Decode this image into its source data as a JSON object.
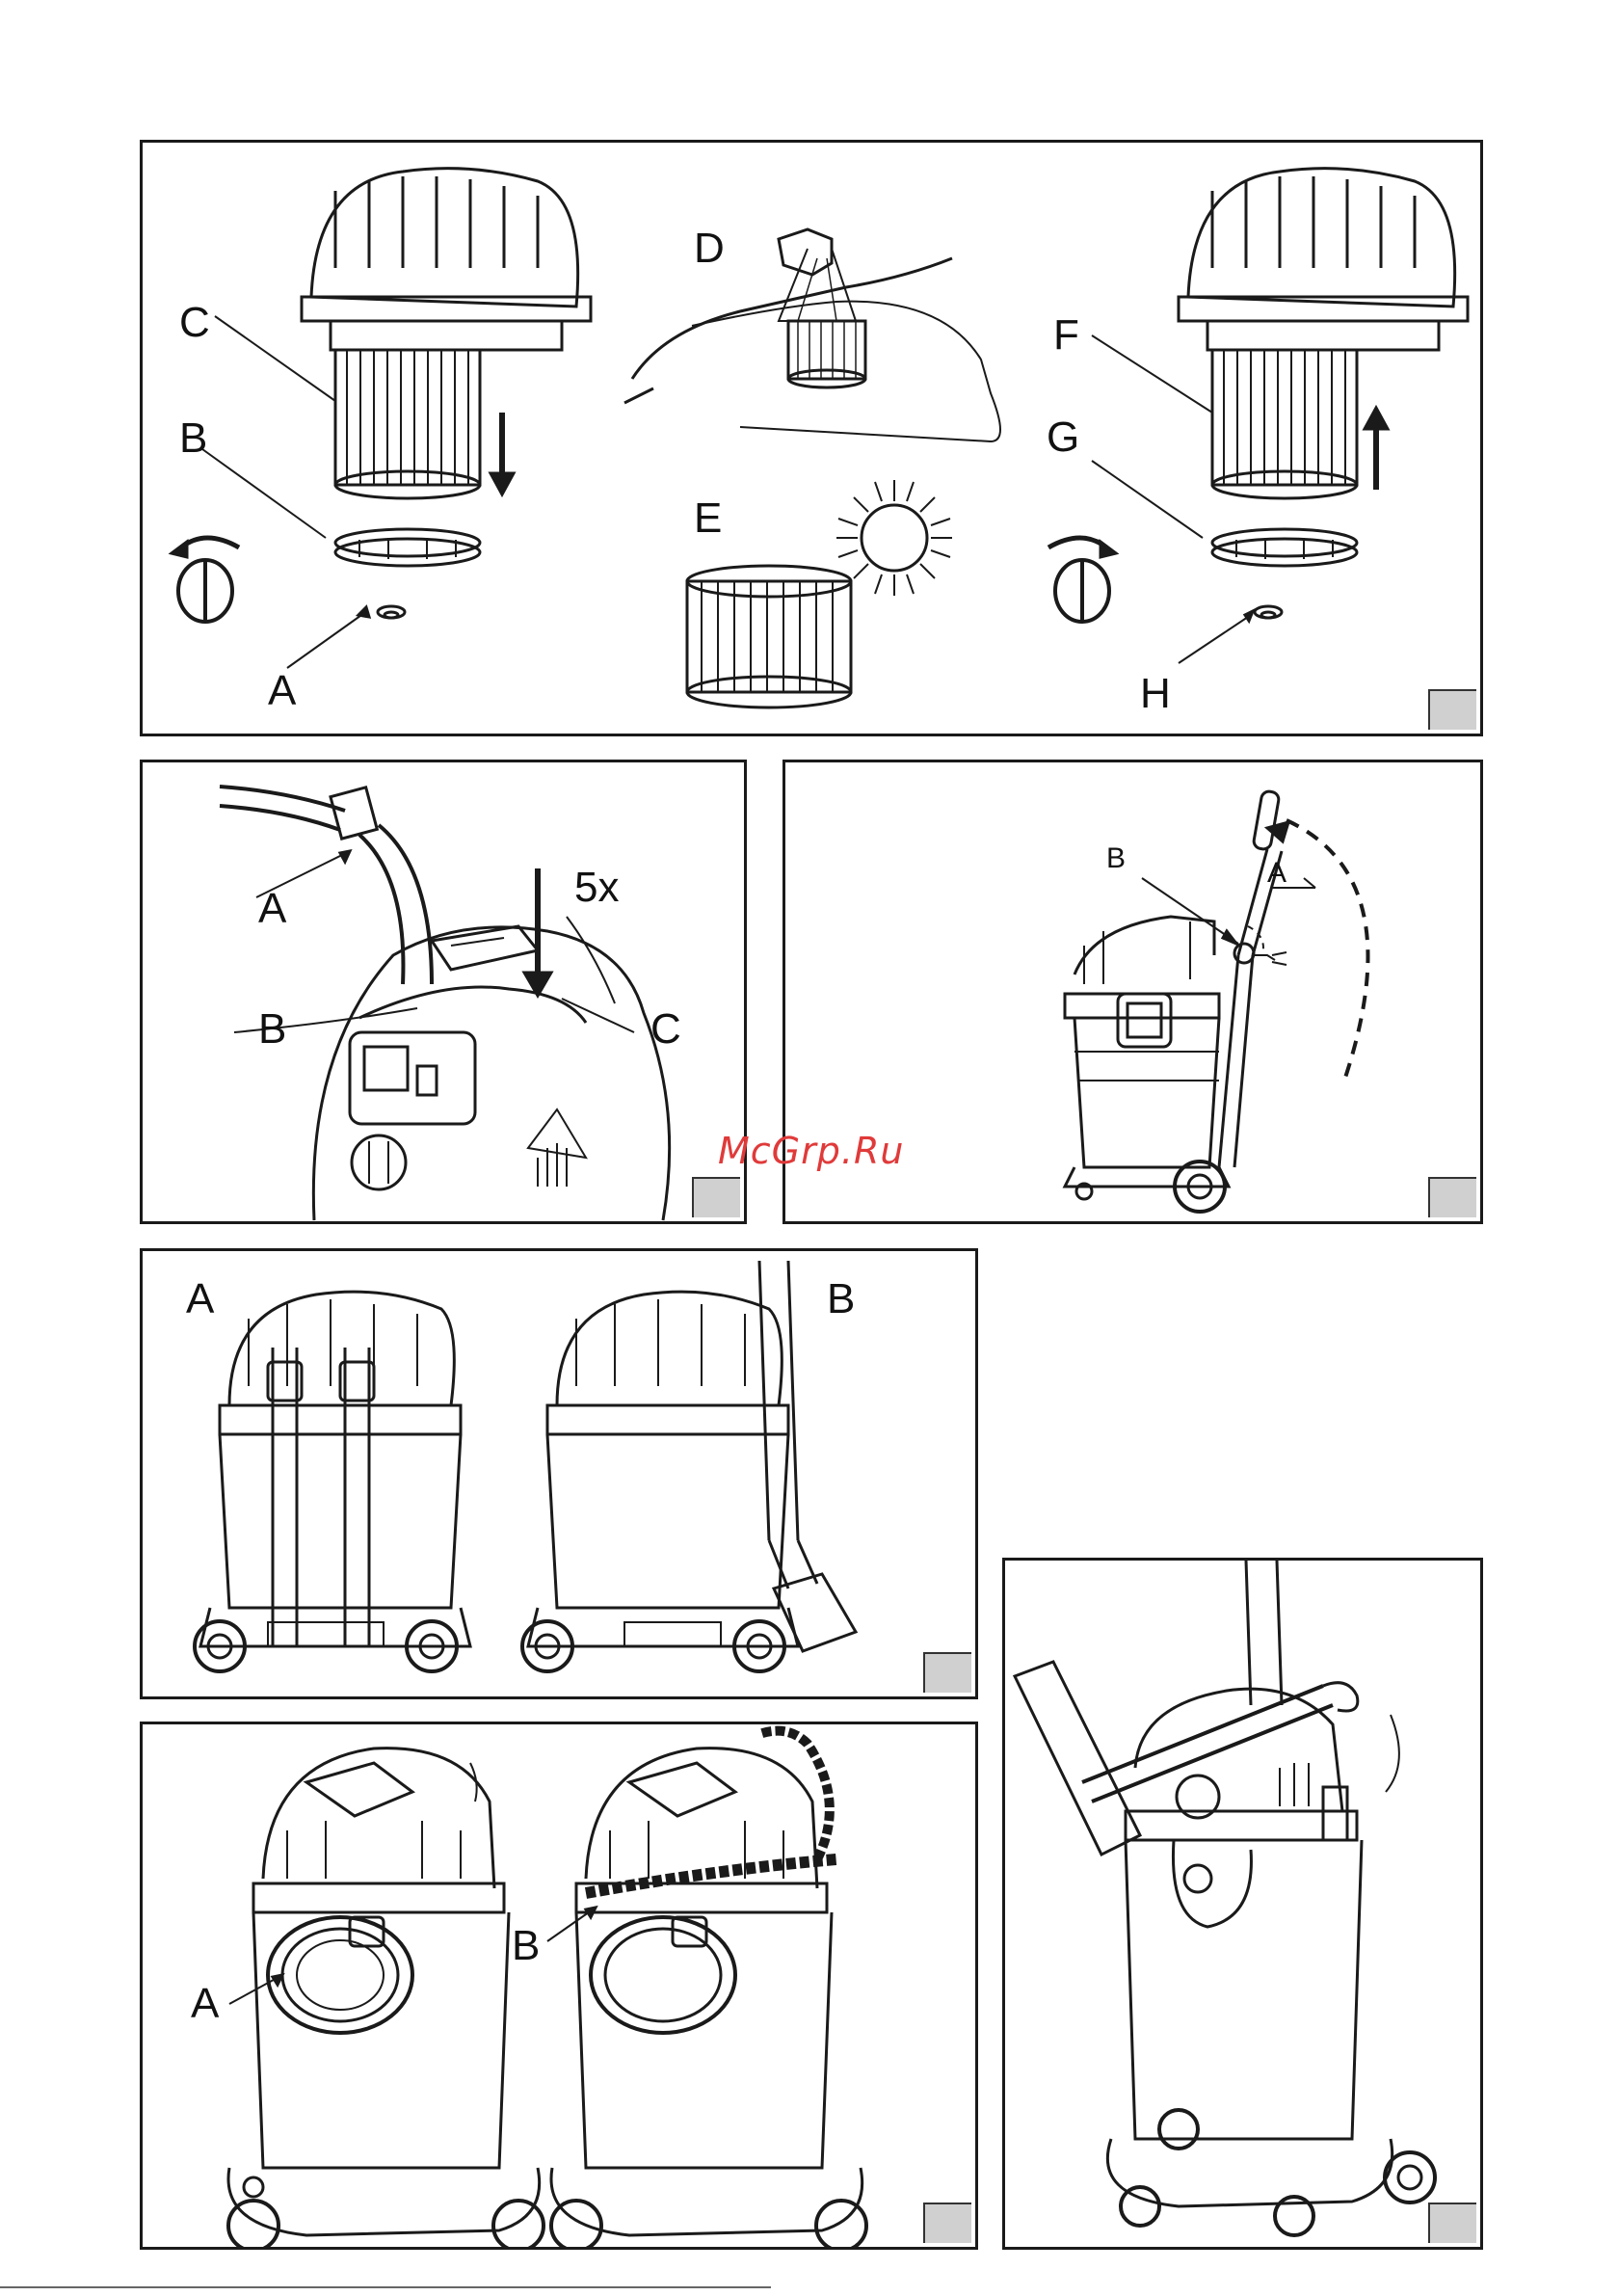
{
  "panels": {
    "p1": {
      "labels": {
        "a": "A",
        "b": "B",
        "c": "C",
        "d": "D",
        "e": "E",
        "f": "F",
        "g": "G",
        "h": "H"
      }
    },
    "p2": {
      "labels": {
        "a": "A",
        "b": "B",
        "c": "C",
        "count": "5x"
      }
    },
    "p3": {
      "labels": {
        "a": "A",
        "b": "B"
      }
    },
    "p4": {
      "labels": {
        "a": "A",
        "b": "B"
      }
    },
    "p5": {
      "labels": {
        "a": "A",
        "b": "B"
      }
    },
    "p6": {
      "labels": {}
    }
  },
  "watermark": "McGrp.Ru",
  "colors": {
    "ink": "#1a1a1a",
    "corner": "#d0d0d0",
    "watermark": "#e03a3a"
  }
}
